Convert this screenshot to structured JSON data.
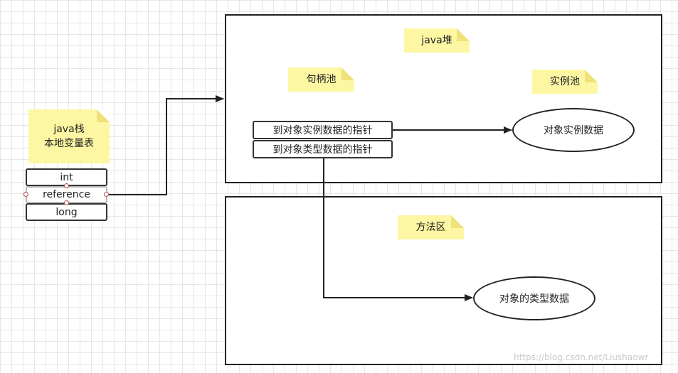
{
  "heap": {
    "title": "java堆"
  },
  "handle_pool": {
    "title": "句柄池",
    "pointers": [
      "到对象实例数据的指针",
      "到对象类型数据的指针"
    ]
  },
  "instance_pool": {
    "title": "实例池",
    "object": "对象实例数据"
  },
  "method_area": {
    "title": "方法区",
    "object": "对象的类型数据"
  },
  "stack": {
    "title_line1": "java栈",
    "title_line2": "本地变量表",
    "slots": [
      "int",
      "reference",
      "long"
    ]
  },
  "watermark": "https://blog.csdn.net/Liushaowr"
}
